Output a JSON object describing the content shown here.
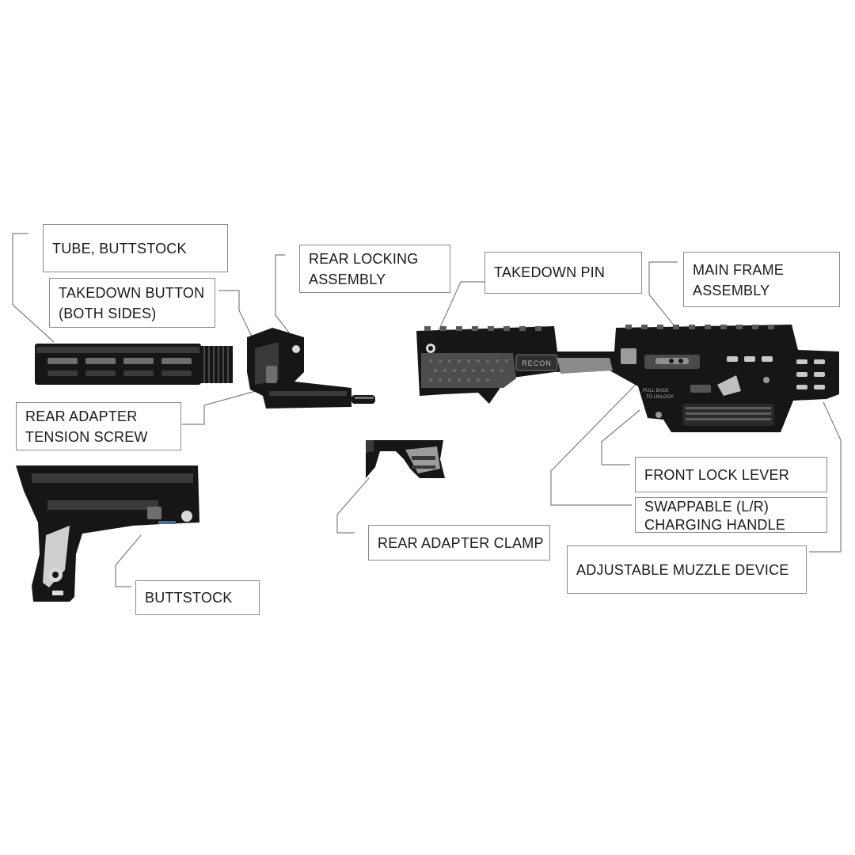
{
  "labels": {
    "tube_buttstock": [
      "TUBE, BUTTSTOCK"
    ],
    "takedown_button": [
      "TAKEDOWN BUTTON",
      "(BOTH SIDES)"
    ],
    "rear_adapter_tension_screw": [
      "REAR ADAPTER",
      "TENSION SCREW"
    ],
    "buttstock": [
      "BUTTSTOCK"
    ],
    "rear_locking_assembly": [
      "REAR LOCKING",
      "ASSEMBLY"
    ],
    "takedown_pin": [
      "TAKEDOWN PIN"
    ],
    "main_frame_assembly": [
      "MAIN FRAME",
      "ASSEMBLY"
    ],
    "rear_adapter_clamp": [
      "REAR ADAPTER CLAMP"
    ],
    "front_lock_lever": [
      "FRONT LOCK LEVER"
    ],
    "swappable_charging_handle": [
      "SWAPPABLE (L/R)",
      "CHARGING HANDLE"
    ],
    "adjustable_muzzle_device": [
      "ADJUSTABLE MUZZLE DEVICE"
    ]
  },
  "frame_markings": {
    "brand_mark": "RECON",
    "pull_notice": [
      "PULL BACK",
      "TO UNLOCK"
    ]
  },
  "colors": {
    "part": "#161616",
    "leader_line": "#7f7f7f",
    "box_border": "#8a8a8a"
  }
}
